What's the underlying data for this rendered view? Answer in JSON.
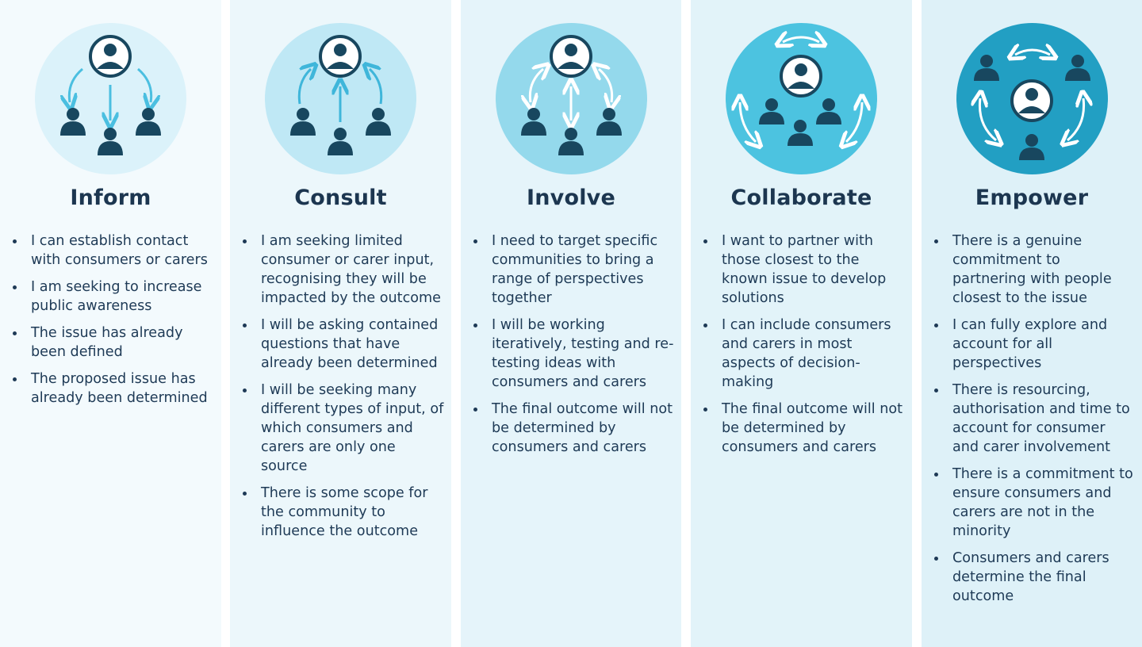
{
  "columns": [
    {
      "title": "Inform",
      "bg": "#f3fafd",
      "circle_color": "#dbf2fa",
      "icon": "inform-icon",
      "points": [
        "I can establish contact with consumers or carers",
        "I am seeking to increase public awareness",
        "The issue has already been defined",
        "The proposed issue has already been determined"
      ]
    },
    {
      "title": "Consult",
      "bg": "#ecf7fb",
      "circle_color": "#bfe8f5",
      "icon": "consult-icon",
      "points": [
        "I am seeking limited consumer or carer input, recognising they will be impacted by the outcome",
        "I will be asking contained questions that have already been determined",
        "I will be seeking many different types of input, of which consumers and carers are only one source",
        "There is some scope for the community to influence the outcome"
      ]
    },
    {
      "title": "Involve",
      "bg": "#e5f4fa",
      "circle_color": "#94d9ec",
      "icon": "involve-icon",
      "points": [
        "I need to target specific communities to bring a range of perspectives together",
        "I will be working iteratively, testing and re-testing ideas with consumers and carers",
        "The final outcome will not be determined by consumers and carers"
      ]
    },
    {
      "title": "Collaborate",
      "bg": "#e2f3f9",
      "circle_color": "#4cc3e0",
      "icon": "collaborate-icon",
      "points": [
        "I want to partner with those closest to the known issue to develop solutions",
        "I can include consumers and carers in most aspects of decision-making",
        "The final outcome will not be determined by consumers and carers"
      ]
    },
    {
      "title": "Empower",
      "bg": "#def1f8",
      "circle_color": "#229fc3",
      "icon": "empower-icon",
      "points": [
        "There is a genuine commitment to partnering with people closest to the issue",
        "I can fully explore and account for all perspectives",
        "There is resourcing, authorisation and time to account for consumer and carer involvement",
        "There is a commitment to ensure consumers and carers are not in the minority",
        "Consumers and carers determine the final outcome"
      ]
    }
  ]
}
